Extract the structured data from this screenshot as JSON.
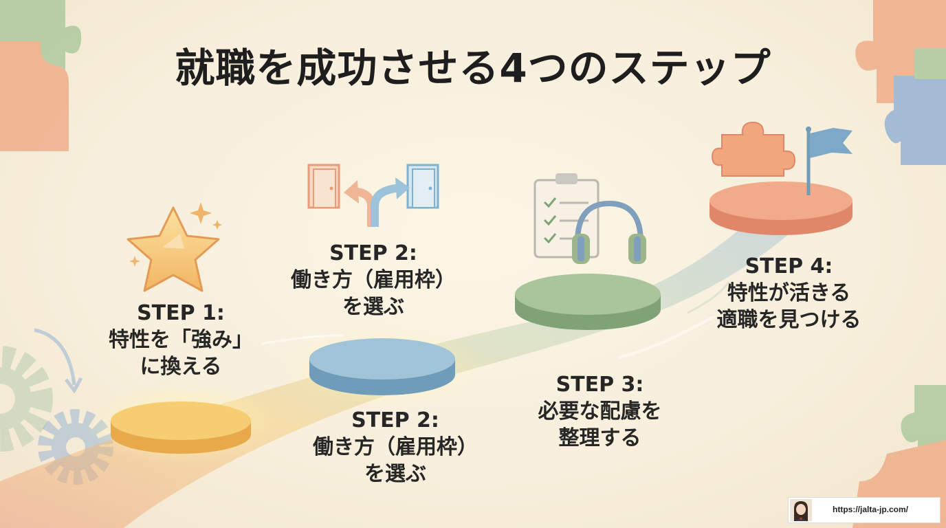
{
  "title": "就職を成功させる4つのステップ",
  "steps": [
    {
      "head": "STEP 1:",
      "lines": [
        "特性を「強み」",
        "に換える"
      ]
    },
    {
      "head": "STEP 2:",
      "lines": [
        "働き方（雇用枠）",
        "を選ぶ"
      ]
    },
    {
      "head": "STEP 2:",
      "lines": [
        "働き方（雇用枠）",
        "を選ぶ"
      ]
    },
    {
      "head": "STEP 3:",
      "lines": [
        "必要な配慮を",
        "整理する"
      ]
    },
    {
      "head": "STEP 4:",
      "lines": [
        "特性が活きる",
        "適職を見つける"
      ]
    }
  ],
  "footer": {
    "url": "https://jalta-jp.com/"
  },
  "icons": [
    "puzzle-piece-icon",
    "star-icon",
    "sparkle-icon",
    "door-icon",
    "arrow-icon",
    "clipboard-checklist-icon",
    "headphones-icon",
    "flag-icon",
    "gear-icon"
  ],
  "colors": {
    "step1": "#f3c15f",
    "step2": "#8fb8cc",
    "step3": "#9fbf8a",
    "step4": "#ef9f7e",
    "background": "#f7eedb",
    "text": "#262626"
  }
}
